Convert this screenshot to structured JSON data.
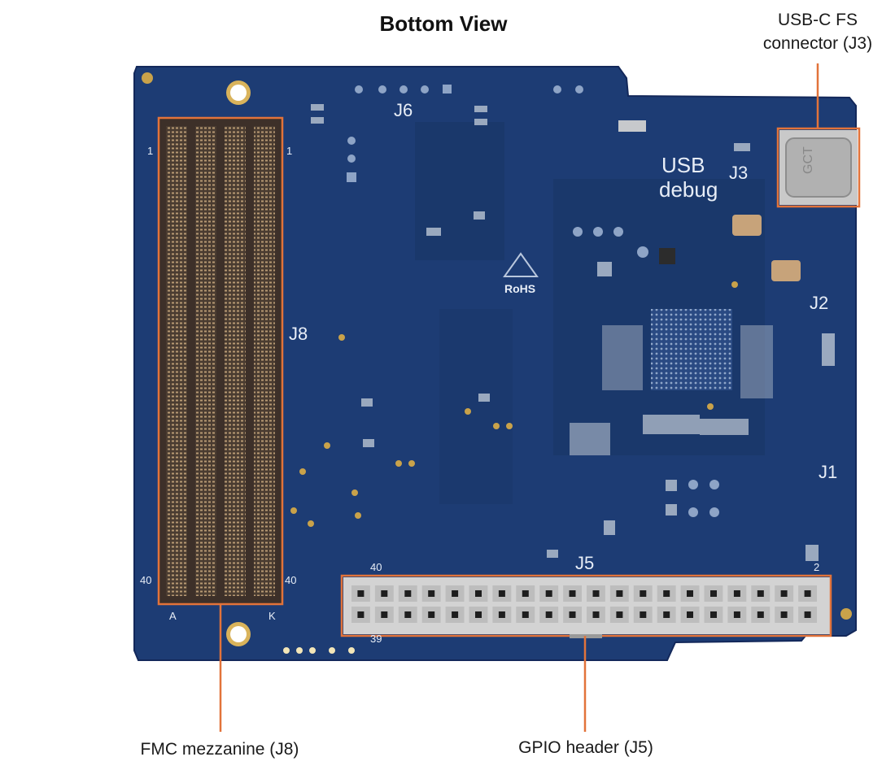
{
  "title": "Bottom View",
  "callouts": {
    "usb_c": {
      "line1": "USB-C FS",
      "line2": "connector (J3)"
    },
    "fmc": "FMC mezzanine (J8)",
    "gpio": "GPIO header (J5)"
  },
  "board_labels": {
    "j6": "J6",
    "j8": "J8",
    "j5": "J5",
    "j3": "J3",
    "j2": "J2",
    "j1": "J1",
    "usb": "USB",
    "debug": "debug",
    "rohs": "RoHS",
    "gct": "GCT",
    "pin1_left": "1",
    "pin1_right": "1",
    "pin40_left": "40",
    "pin40_right": "40",
    "col_a": "A",
    "col_k": "K",
    "gpio_pin40": "40",
    "gpio_pin2": "2",
    "gpio_pin39": "39"
  },
  "colors": {
    "board": "#1d3c74",
    "board_dark": "#163263",
    "highlight": "#e2733a",
    "connector": "#5a4a3e",
    "header_body": "#d3d3d3",
    "silkscreen": "#e8eef7"
  }
}
